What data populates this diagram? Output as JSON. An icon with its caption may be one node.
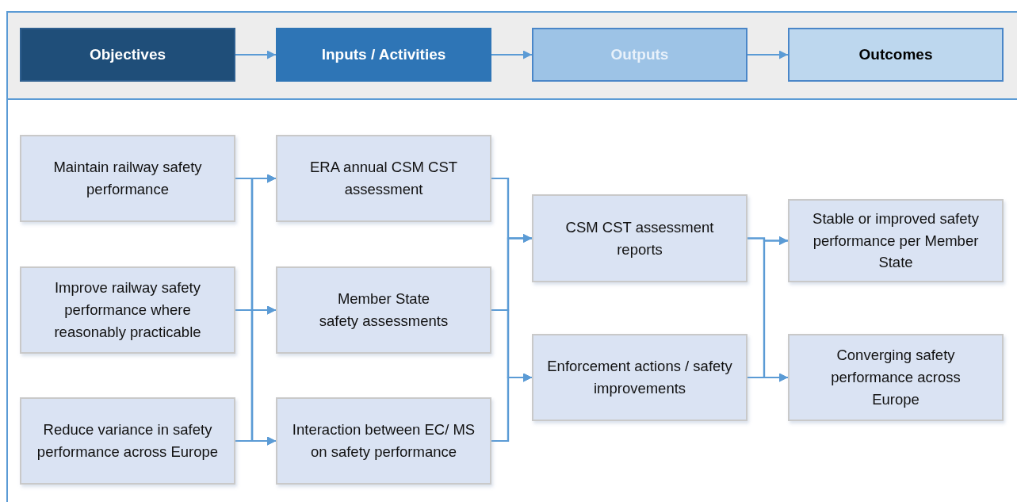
{
  "diagram": {
    "nodes": [
      {
        "text": [
          "Objectives"
        ]
      },
      {
        "text": [
          "Inputs / Activities"
        ]
      },
      {
        "text": [
          "Outputs"
        ]
      },
      {
        "text": [
          "Outcomes"
        ]
      },
      {
        "text": [
          "Maintain railway safety performance"
        ]
      },
      {
        "text": [
          "Improve railway safety performance where reasonably practicable"
        ]
      },
      {
        "text": [
          "Reduce variance in safety performance across Europe"
        ]
      },
      {
        "text": [
          "ERA annual CSM CST assessment"
        ]
      },
      {
        "text": [
          "Member State safety assessments"
        ]
      },
      {
        "text": [
          "Interaction between EC/ MS on safety performance"
        ]
      },
      {
        "text": [
          "CSM CST assessment reports"
        ]
      },
      {
        "text": [
          "Enforcement actions / safety improvements"
        ]
      },
      {
        "text": [
          "Stable or improved safety performance per Member State"
        ]
      },
      {
        "text": [
          "Converging safety performance across Europe"
        ]
      }
    ],
    "edges": [
      {
        "from": 0,
        "to": 1,
        "arrow": "to"
      },
      {
        "from": 1,
        "to": 2,
        "arrow": "to"
      },
      {
        "from": 2,
        "to": 3,
        "arrow": "to"
      },
      {
        "from": 4,
        "to": 7,
        "arrow": "to"
      },
      {
        "from": 4,
        "to": 8,
        "arrow": "to"
      },
      {
        "from": 4,
        "to": 9,
        "arrow": "to"
      },
      {
        "from": 5,
        "to": 7,
        "arrow": "to"
      },
      {
        "from": 5,
        "to": 8,
        "arrow": "to"
      },
      {
        "from": 5,
        "to": 9,
        "arrow": "to"
      },
      {
        "from": 6,
        "to": 7,
        "arrow": "to"
      },
      {
        "from": 6,
        "to": 8,
        "arrow": "to"
      },
      {
        "from": 6,
        "to": 9,
        "arrow": "to"
      },
      {
        "from": 7,
        "to": 10,
        "arrow": "to"
      },
      {
        "from": 7,
        "to": 11,
        "arrow": "to"
      },
      {
        "from": 8,
        "to": 10,
        "arrow": "to"
      },
      {
        "from": 8,
        "to": 11,
        "arrow": "to"
      },
      {
        "from": 9,
        "to": 10,
        "arrow": "to"
      },
      {
        "from": 9,
        "to": 11,
        "arrow": "to"
      },
      {
        "from": 10,
        "to": 12,
        "arrow": "to"
      },
      {
        "from": 10,
        "to": 13,
        "arrow": "to"
      },
      {
        "from": 11,
        "to": 12,
        "arrow": "to"
      },
      {
        "from": 11,
        "to": 13,
        "arrow": "to"
      }
    ]
  }
}
